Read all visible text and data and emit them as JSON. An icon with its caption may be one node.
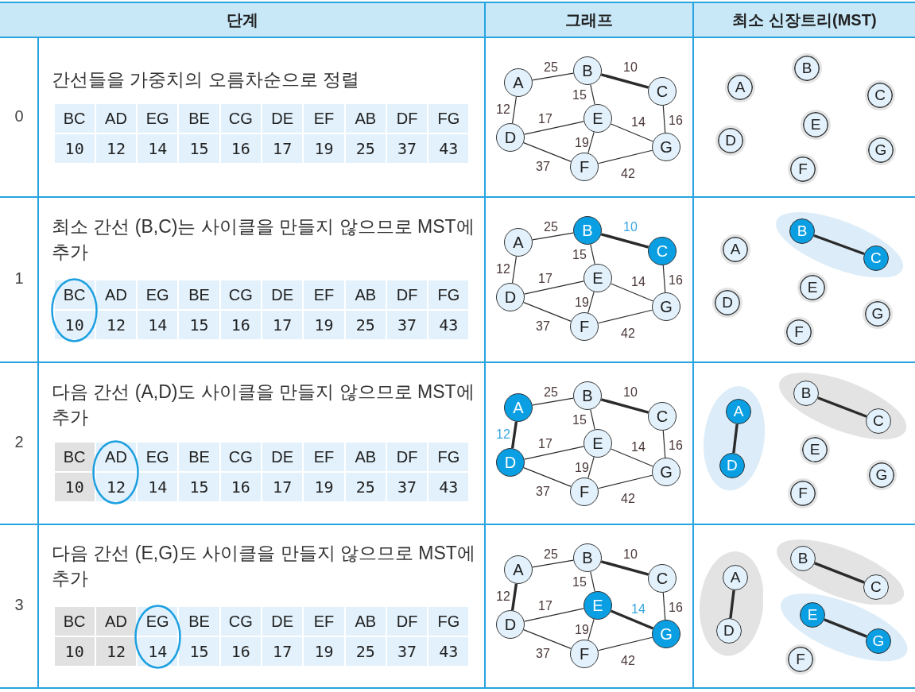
{
  "diagram": {
    "nodes": [
      {
        "text": [
          "A"
        ]
      },
      {
        "text": [
          "B"
        ]
      },
      {
        "text": [
          "C"
        ]
      },
      {
        "text": [
          "D"
        ]
      },
      {
        "text": [
          "E"
        ]
      },
      {
        "text": [
          "F"
        ]
      },
      {
        "text": [
          "G"
        ]
      },
      {
        "text": [
          "A"
        ]
      },
      {
        "text": [
          "B"
        ]
      },
      {
        "text": [
          "C"
        ]
      },
      {
        "text": [
          "D"
        ]
      },
      {
        "text": [
          "E"
        ]
      },
      {
        "text": [
          "F"
        ]
      },
      {
        "text": [
          "G"
        ]
      },
      {
        "text": [
          "A"
        ]
      },
      {
        "text": [
          "B"
        ]
      },
      {
        "text": [
          "C"
        ]
      },
      {
        "text": [
          "D"
        ]
      },
      {
        "text": [
          "E"
        ]
      },
      {
        "text": [
          "F"
        ]
      },
      {
        "text": [
          "G"
        ]
      },
      {
        "text": [
          "A"
        ]
      },
      {
        "text": [],
        "shape": "ellipse"
      },
      {
        "text": [
          "B"
        ],
        "in": 22
      },
      {
        "text": [
          "C"
        ],
        "in": 22
      },
      {
        "text": [
          "D"
        ]
      },
      {
        "text": [
          "E"
        ]
      },
      {
        "text": [
          "F"
        ]
      },
      {
        "text": [
          "G"
        ]
      },
      {
        "text": [
          "A"
        ]
      },
      {
        "text": [
          "B"
        ]
      },
      {
        "text": [
          "C"
        ]
      },
      {
        "text": [
          "D"
        ]
      },
      {
        "text": [
          "E"
        ]
      },
      {
        "text": [
          "F"
        ]
      },
      {
        "text": [
          "G"
        ]
      },
      {
        "text": [],
        "shape": "ellipse"
      },
      {
        "text": [
          "A"
        ],
        "in": 36
      },
      {
        "text": [
          "D"
        ],
        "in": 36
      },
      {
        "text": [],
        "shape": "ellipse"
      },
      {
        "text": [
          "B"
        ],
        "in": 39
      },
      {
        "text": [
          "C"
        ],
        "in": 39
      },
      {
        "text": [
          "E"
        ]
      },
      {
        "text": [
          "F"
        ]
      },
      {
        "text": [
          "G"
        ]
      },
      {
        "text": [
          "A"
        ]
      },
      {
        "text": [
          "B"
        ]
      },
      {
        "text": [
          "C"
        ]
      },
      {
        "text": [
          "D"
        ]
      },
      {
        "text": [
          "E"
        ]
      },
      {
        "text": [
          "F"
        ]
      },
      {
        "text": [
          "G"
        ]
      },
      {
        "text": [],
        "shape": "ellipse"
      },
      {
        "text": [
          "A"
        ],
        "in": 52
      },
      {
        "text": [
          "D"
        ],
        "in": 52
      },
      {
        "text": [],
        "shape": "ellipse"
      },
      {
        "text": [
          "B"
        ],
        "in": 55
      },
      {
        "text": [
          "C"
        ],
        "in": 55
      },
      {
        "text": [],
        "shape": "ellipse"
      },
      {
        "text": [
          "E"
        ],
        "in": 58
      },
      {
        "text": [
          "G"
        ],
        "in": 58
      },
      {
        "text": [
          "F"
        ]
      }
    ],
    "edges": [
      {
        "from": 0,
        "to": 1,
        "arrow": "none",
        "label": "25"
      },
      {
        "from": 1,
        "to": 2,
        "arrow": "none",
        "label": "10",
        "style": "thick"
      },
      {
        "from": 0,
        "to": 3,
        "arrow": "none",
        "label": "12"
      },
      {
        "from": 1,
        "to": 4,
        "arrow": "none",
        "label": "15"
      },
      {
        "from": 3,
        "to": 4,
        "arrow": "none",
        "label": "17"
      },
      {
        "from": 4,
        "to": 6,
        "arrow": "none",
        "label": "14"
      },
      {
        "from": 2,
        "to": 6,
        "arrow": "none",
        "label": "16"
      },
      {
        "from": 4,
        "to": 5,
        "arrow": "none",
        "label": "19"
      },
      {
        "from": 3,
        "to": 5,
        "arrow": "none",
        "label": "37"
      },
      {
        "from": 5,
        "to": 6,
        "arrow": "none",
        "label": "42"
      },
      {
        "from": 14,
        "to": 15,
        "arrow": "none",
        "label": "25"
      },
      {
        "from": 15,
        "to": 16,
        "arrow": "none",
        "label": "10",
        "style": "thick"
      },
      {
        "from": 14,
        "to": 17,
        "arrow": "none",
        "label": "12"
      },
      {
        "from": 15,
        "to": 18,
        "arrow": "none",
        "label": "15"
      },
      {
        "from": 17,
        "to": 18,
        "arrow": "none",
        "label": "17"
      },
      {
        "from": 18,
        "to": 20,
        "arrow": "none",
        "label": "14"
      },
      {
        "from": 16,
        "to": 20,
        "arrow": "none",
        "label": "16"
      },
      {
        "from": 18,
        "to": 19,
        "arrow": "none",
        "label": "19"
      },
      {
        "from": 17,
        "to": 19,
        "arrow": "none",
        "label": "37"
      },
      {
        "from": 19,
        "to": 20,
        "arrow": "none",
        "label": "42"
      },
      {
        "from": 23,
        "to": 24,
        "arrow": "none",
        "style": "thick"
      },
      {
        "from": 29,
        "to": 30,
        "arrow": "none",
        "label": "25"
      },
      {
        "from": 30,
        "to": 31,
        "arrow": "none",
        "label": "10",
        "style": "thick"
      },
      {
        "from": 29,
        "to": 32,
        "arrow": "none",
        "label": "12",
        "style": "thick"
      },
      {
        "from": 30,
        "to": 33,
        "arrow": "none",
        "label": "15"
      },
      {
        "from": 32,
        "to": 33,
        "arrow": "none",
        "label": "17"
      },
      {
        "from": 33,
        "to": 35,
        "arrow": "none",
        "label": "14"
      },
      {
        "from": 31,
        "to": 35,
        "arrow": "none",
        "label": "16"
      },
      {
        "from": 33,
        "to": 34,
        "arrow": "none",
        "label": "19"
      },
      {
        "from": 32,
        "to": 34,
        "arrow": "none",
        "label": "37"
      },
      {
        "from": 34,
        "to": 35,
        "arrow": "none",
        "label": "42"
      },
      {
        "from": 37,
        "to": 38,
        "arrow": "none",
        "style": "thick"
      },
      {
        "from": 40,
        "to": 41,
        "arrow": "none",
        "style": "thick"
      },
      {
        "from": 45,
        "to": 46,
        "arrow": "none",
        "label": "25"
      },
      {
        "from": 46,
        "to": 47,
        "arrow": "none",
        "label": "10",
        "style": "thick"
      },
      {
        "from": 45,
        "to": 48,
        "arrow": "none",
        "label": "12",
        "style": "thick"
      },
      {
        "from": 46,
        "to": 49,
        "arrow": "none",
        "label": "15"
      },
      {
        "from": 48,
        "to": 49,
        "arrow": "none",
        "label": "17"
      },
      {
        "from": 49,
        "to": 51,
        "arrow": "none",
        "label": "14",
        "style": "thick"
      },
      {
        "from": 47,
        "to": 51,
        "arrow": "none",
        "label": "16"
      },
      {
        "from": 49,
        "to": 50,
        "arrow": "none",
        "label": "19"
      },
      {
        "from": 48,
        "to": 50,
        "arrow": "none",
        "label": "37"
      },
      {
        "from": 50,
        "to": 51,
        "arrow": "none",
        "label": "42"
      },
      {
        "from": 53,
        "to": 54,
        "arrow": "none",
        "style": "thick"
      },
      {
        "from": 56,
        "to": 57,
        "arrow": "none",
        "style": "thick"
      },
      {
        "from": 59,
        "to": 60,
        "arrow": "none",
        "style": "thick"
      }
    ],
    "labels": [
      "단계",
      "그래프",
      "최소 신장트리(MST)",
      "0",
      "간선들을 가중치의 오름차순으로 정렬",
      "BC",
      "AD",
      "EG",
      "BE",
      "CG",
      "DE",
      "EF",
      "AB",
      "DF",
      "FG",
      "10",
      "12",
      "14",
      "15",
      "16",
      "17",
      "19",
      "25",
      "37",
      "43",
      "1",
      "최소 간선 (B,C)는 사이클을 만들지 않으므로 MST에 추가",
      "BC",
      "AD",
      "EG",
      "BE",
      "CG",
      "DE",
      "EF",
      "AB",
      "DF",
      "FG",
      "10",
      "12",
      "14",
      "15",
      "16",
      "17",
      "19",
      "25",
      "37",
      "43",
      "2",
      "다음 간선 (A,D)도 사이클을 만들지 않으므로 MST에 추가",
      "BC",
      "AD",
      "EG",
      "BE",
      "CG",
      "DE",
      "EF",
      "AB",
      "DF",
      "FG",
      "10",
      "12",
      "14",
      "15",
      "16",
      "17",
      "19",
      "25",
      "37",
      "43",
      "3",
      "다음 간선 (E,G)도 사이클을 만들지 않으므로 MST에 추가",
      "BC",
      "AD",
      "EG",
      "BE",
      "CG",
      "DE",
      "EF",
      "AB",
      "DF",
      "FG",
      "10",
      "12",
      "14",
      "15",
      "16",
      "17",
      "19",
      "25",
      "37",
      "43"
    ]
  }
}
